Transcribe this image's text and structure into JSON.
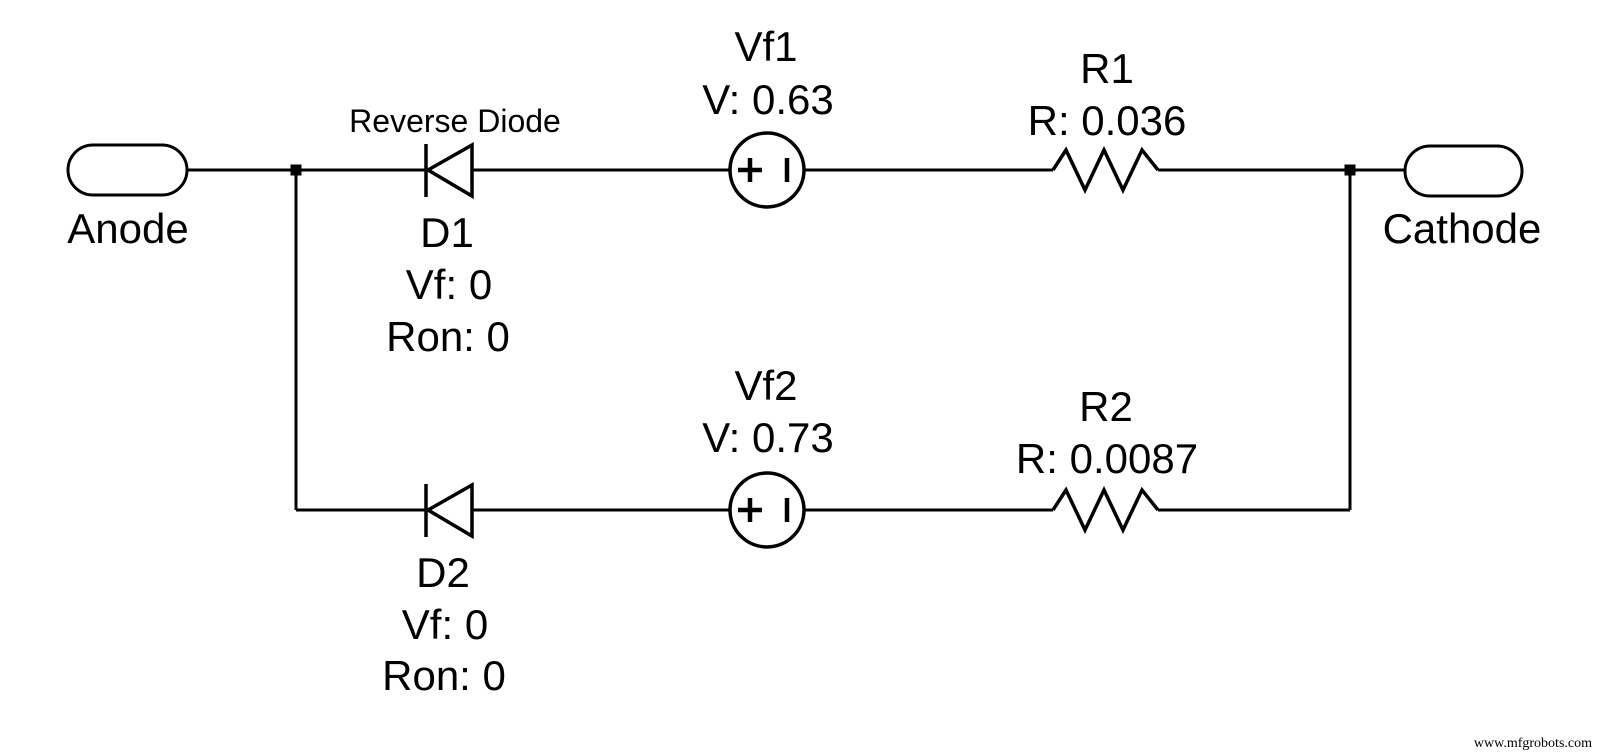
{
  "diagram": {
    "background": "#ffffff",
    "stroke_color": "#000000",
    "terminals": {
      "anode": "Anode",
      "cathode": "Cathode"
    },
    "branch1": {
      "diode": {
        "annotation": "Reverse Diode",
        "name": "D1",
        "param_vf": "Vf: 0",
        "param_ron": "Ron: 0"
      },
      "source": {
        "name": "Vf1",
        "param_v": "V: 0.63"
      },
      "resistor": {
        "name": "R1",
        "param_r": "R: 0.036"
      }
    },
    "branch2": {
      "diode": {
        "name": "D2",
        "param_vf": "Vf: 0",
        "param_ron": "Ron: 0"
      },
      "source": {
        "name": "Vf2",
        "param_v": "V: 0.73"
      },
      "resistor": {
        "name": "R2",
        "param_r": "R: 0.0087"
      }
    },
    "icons": {
      "source_positive": "plus-sign",
      "source_negative": "minus-bar"
    },
    "watermark": "www.mfgrobots.com"
  }
}
